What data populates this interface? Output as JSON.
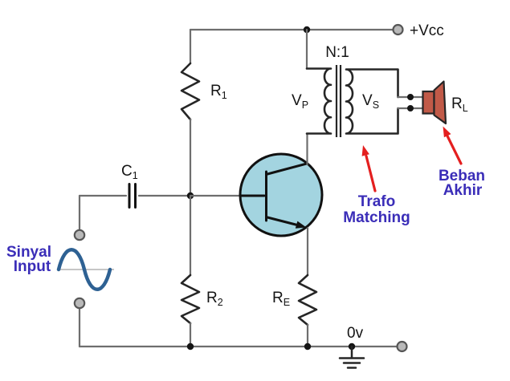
{
  "colors": {
    "background": "#ffffff",
    "wire_gray": "#6e6e6e",
    "component_stroke": "#262626",
    "transistor_fill": "#a3d4e0",
    "speaker_fill": "#c15a48",
    "annotation_blue": "#3a2db8",
    "arrow_red": "#e41f1f",
    "signal_wave_blue": "#2e6193",
    "terminal_fill": "#b9b9b9",
    "label_black": "#141414"
  },
  "labels": {
    "vcc": "+Vcc",
    "turns_ratio": "N:1",
    "vp": {
      "base": "V",
      "sub": "P"
    },
    "vs": {
      "base": "V",
      "sub": "S"
    },
    "r1": {
      "base": "R",
      "sub": "1"
    },
    "r2": {
      "base": "R",
      "sub": "2"
    },
    "re": {
      "base": "R",
      "sub": "E"
    },
    "rl": {
      "base": "R",
      "sub": "L"
    },
    "c1": {
      "base": "C",
      "sub": "1"
    },
    "ground": "0v"
  },
  "annotations": {
    "signal_input": {
      "line1": "Sinyal",
      "line2": "Input"
    },
    "trafo_matching": {
      "line1": "Trafo",
      "line2": "Matching"
    },
    "beban_akhir": {
      "line1": "Beban",
      "line2": "Akhir"
    }
  }
}
